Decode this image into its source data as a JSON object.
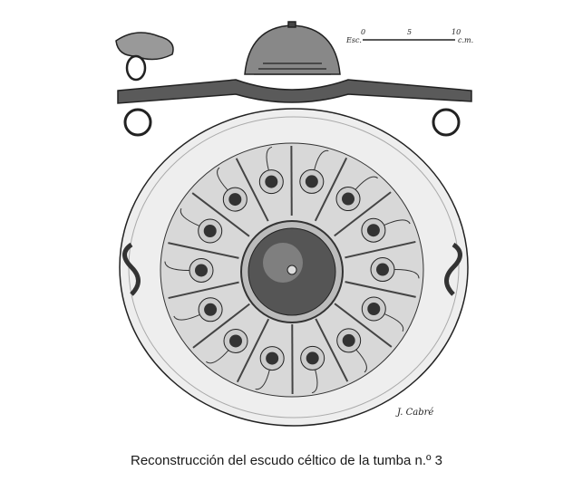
{
  "figure": {
    "scale": {
      "prefix": "Esc.",
      "ticks": [
        "0",
        "5",
        "10"
      ],
      "unit": "c.m."
    },
    "signature": "J. Cabré",
    "stud_count": 14
  },
  "caption": "Reconstrucción del escudo céltico de la tumba n.º 3"
}
